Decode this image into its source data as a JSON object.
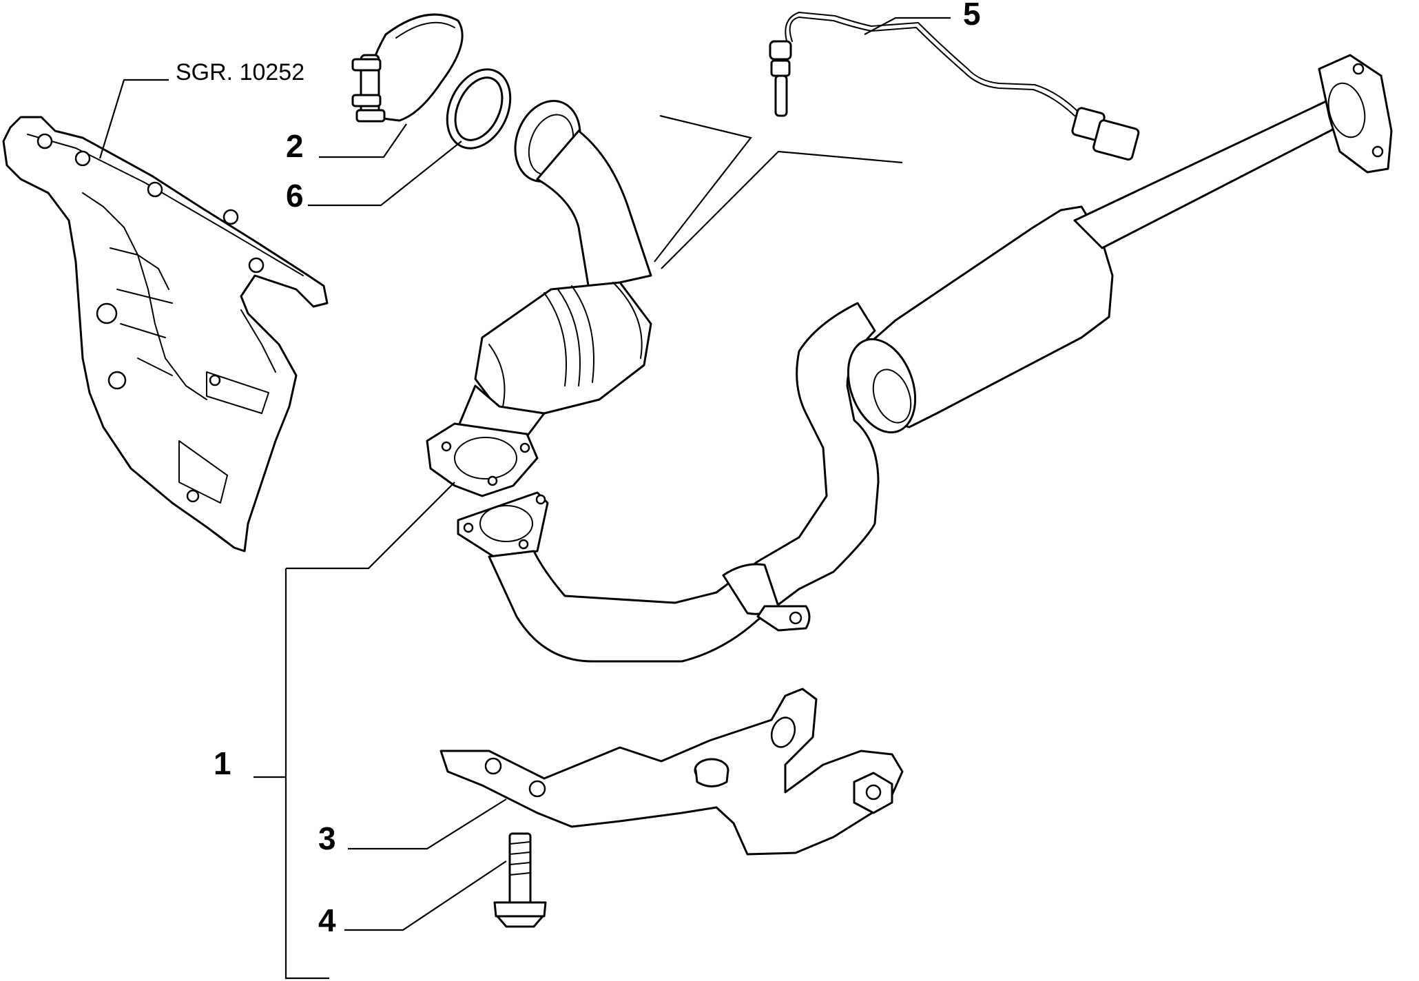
{
  "reference": "SGR. 10252",
  "callouts": [
    "1",
    "2",
    "3",
    "4",
    "5",
    "6"
  ],
  "colors": {
    "line": "#000000",
    "background": "#ffffff"
  }
}
